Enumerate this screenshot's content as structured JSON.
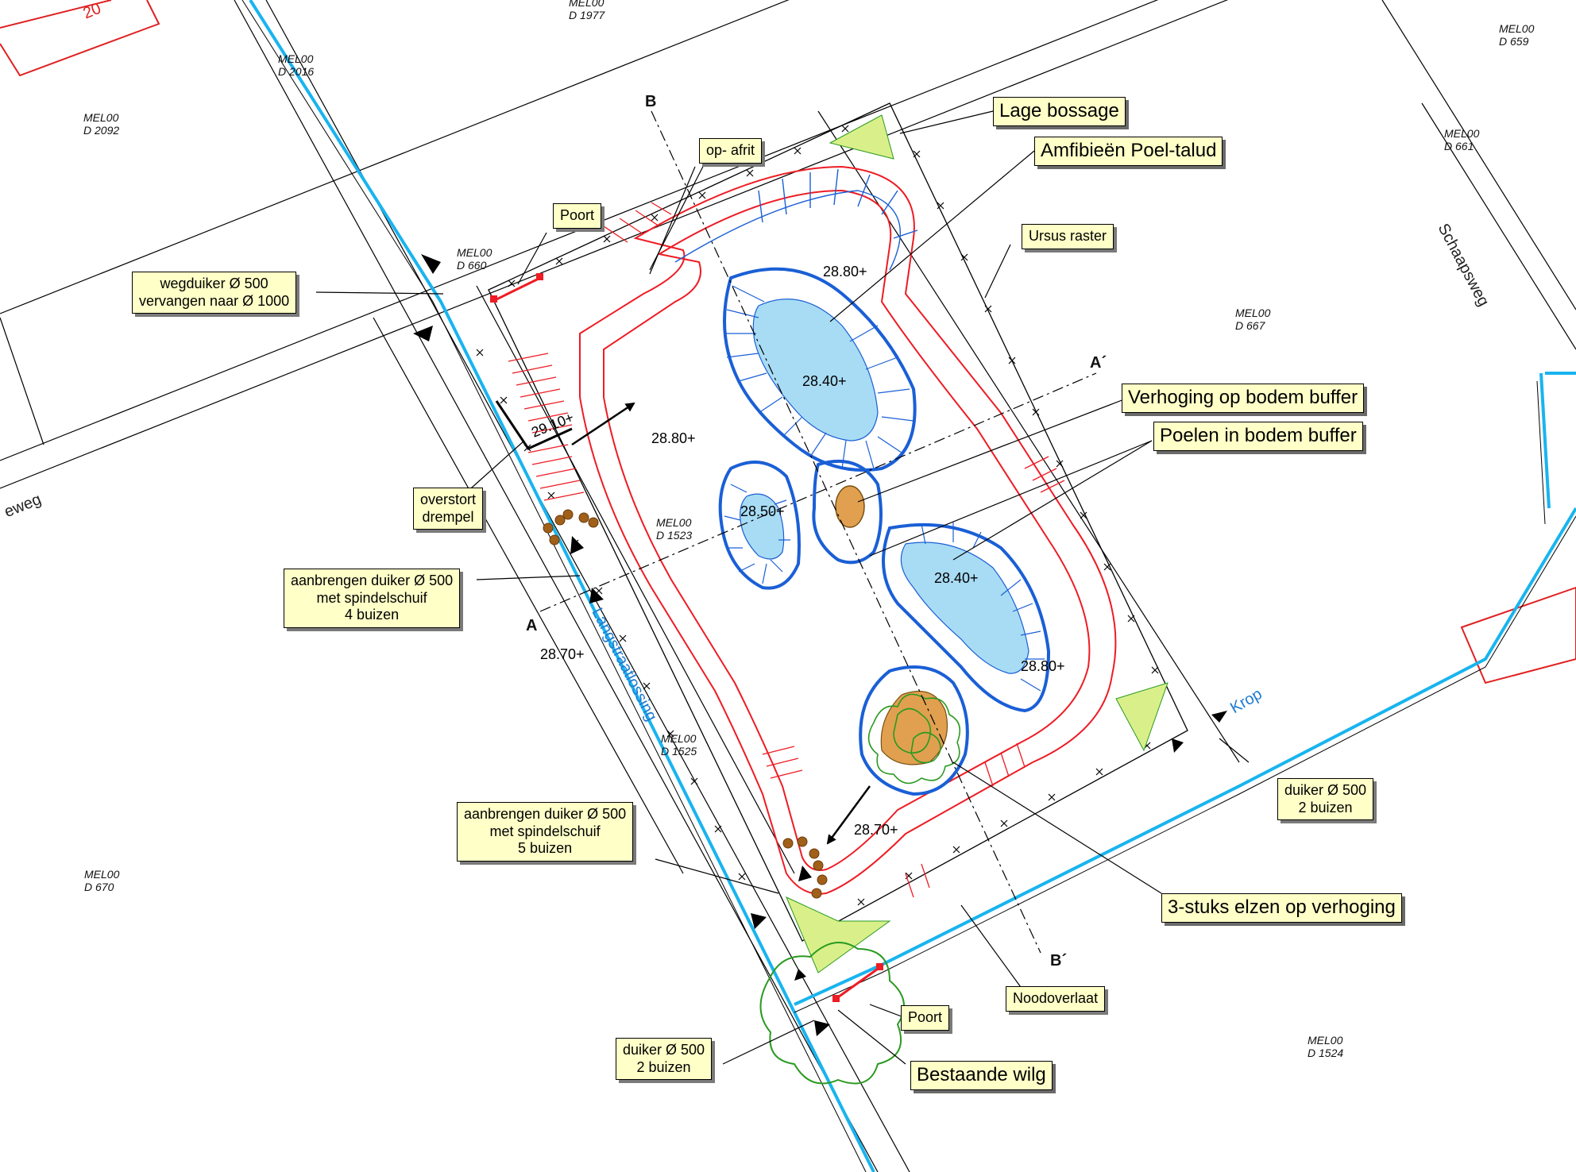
{
  "map": {
    "parcel_number": "20",
    "cadastral_labels": [
      {
        "line1": "MEL00",
        "line2": "D 1977"
      },
      {
        "line1": "MEL00",
        "line2": "D 2016"
      },
      {
        "line1": "MEL00",
        "line2": "D 2092"
      },
      {
        "line1": "MEL00",
        "line2": "D 660"
      },
      {
        "line1": "MEL00",
        "line2": "D 659"
      },
      {
        "line1": "MEL00",
        "line2": "D 661"
      },
      {
        "line1": "MEL00",
        "line2": "D 667"
      },
      {
        "line1": "MEL00",
        "line2": "D 1523"
      },
      {
        "line1": "MEL00",
        "line2": "D 1525"
      },
      {
        "line1": "MEL00",
        "line2": "D 670"
      },
      {
        "line1": "MEL00",
        "line2": "D 1524"
      }
    ],
    "levels": [
      "28.80+",
      "28.40+",
      "29.10+",
      "28.80+",
      "28.50+",
      "28.40+",
      "28.80+",
      "28.70+",
      "28.70+"
    ],
    "sections": {
      "a": "A",
      "a_prime": "A´",
      "b": "B",
      "b_prime": "B´"
    },
    "streets": {
      "schaapsweg": "Schaapsweg",
      "left_road": "eweg",
      "langstraatlossing": "Langstraatlossing",
      "krop": "Krop"
    },
    "callouts": {
      "lage_bossage": "Lage bossage",
      "amfibieen": "Amfibieën Poel-talud",
      "op_afrit": "op- afrit",
      "poort_top": "Poort",
      "ursus_raster": "Ursus raster",
      "wegduiker_line1": "wegduiker Ø 500",
      "wegduiker_line2": "vervangen naar Ø 1000",
      "verhoging": "Verhoging op bodem buffer",
      "poelen": "Poelen in bodem buffer",
      "overstort_line1": "overstort",
      "overstort_line2": "drempel",
      "duiker4_line1": "aanbrengen duiker Ø 500",
      "duiker4_line2": "met spindelschuif",
      "duiker4_line3": "4 buizen",
      "duiker5_line1": "aanbrengen duiker Ø 500",
      "duiker5_line2": "met spindelschuif",
      "duiker5_line3": "5 buizen",
      "duiker_right_line1": "duiker Ø 500",
      "duiker_right_line2": "2 buizen",
      "elzen": "3-stuks elzen op verhoging",
      "noodoverlaat": "Noodoverlaat",
      "poort_bottom": "Poort",
      "duiker_bottom_line1": "duiker Ø 500",
      "duiker_bottom_line2": "2 buizen",
      "bestaande_wilg": "Bestaande wilg"
    },
    "colors": {
      "ditch_blue": "#19b4ef",
      "pond_fill": "#a8dcf4",
      "pond_outline": "#1a5fd6",
      "slope_red": "#ee1c24",
      "vegetation_green": "#2a9a20",
      "vegetation_fill": "#d9f08a",
      "raised_fill": "#e0a050",
      "callout_fill": "#ffffc8"
    }
  }
}
